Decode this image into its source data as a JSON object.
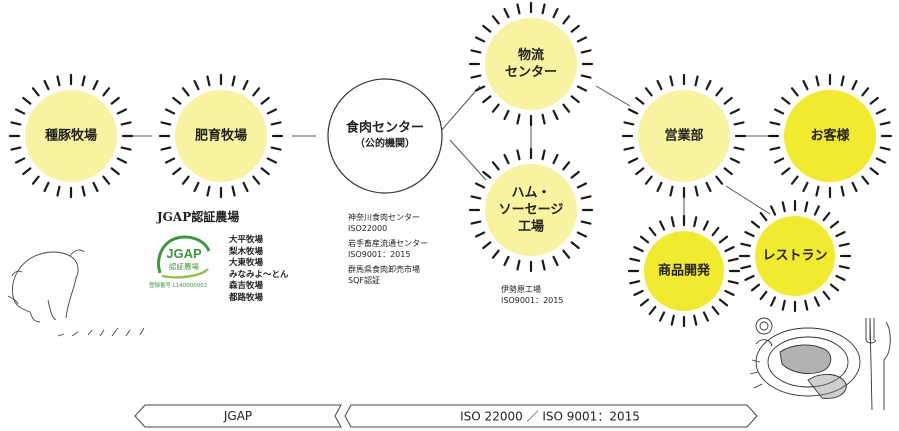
{
  "nodes": [
    {
      "id": "breeding",
      "label": "種豚牧場",
      "sub": ""
    },
    {
      "id": "fattening",
      "label": "肥育牧場",
      "sub": ""
    },
    {
      "id": "meat_center",
      "label": "食肉センター",
      "sub": "（公的機関）"
    },
    {
      "id": "logistics",
      "label": "物流\nセンター",
      "sub": ""
    },
    {
      "id": "ham_factory",
      "label": "ハム・\nソーセージ\n工場",
      "sub": ""
    },
    {
      "id": "sales",
      "label": "営業部",
      "sub": ""
    },
    {
      "id": "customer",
      "label": "お客様",
      "sub": ""
    },
    {
      "id": "product_dev",
      "label": "商品開発",
      "sub": ""
    },
    {
      "id": "restaurant",
      "label": "レストラン",
      "sub": ""
    }
  ],
  "jgap": {
    "title": "JGAP認証農場",
    "logo_text": "JGAP",
    "logo_subtext": "認証農場",
    "registration": "登録番号 L140000002",
    "farms": [
      "大平牧場",
      "梨木牧場",
      "大東牧場",
      "みなみよ～とん",
      "森吉牧場",
      "都路牧場"
    ]
  },
  "meat_center_certs": [
    [
      "神奈川食肉センター",
      "ISO22000"
    ],
    [
      "岩手畜産流通センター",
      "ISO9001：2015"
    ],
    [
      "群馬県食肉卸売市場",
      "SQF認証"
    ]
  ],
  "factory_cert": [
    "伊勢原工場",
    "ISO9001：2015"
  ],
  "bottom_bar": {
    "left_label": "JGAP",
    "right_label": "ISO 22000 ／ ISO 9001：2015"
  },
  "colors": {
    "light_yellow": "#f7f3a0",
    "yellow": "#f2ea2e",
    "ray": "#1a1a1a",
    "line": "#555555",
    "jgap_green": "#3a9a3a"
  },
  "icons": [
    "pig-illustration",
    "dish-illustration",
    "jgap-logo-icon"
  ]
}
